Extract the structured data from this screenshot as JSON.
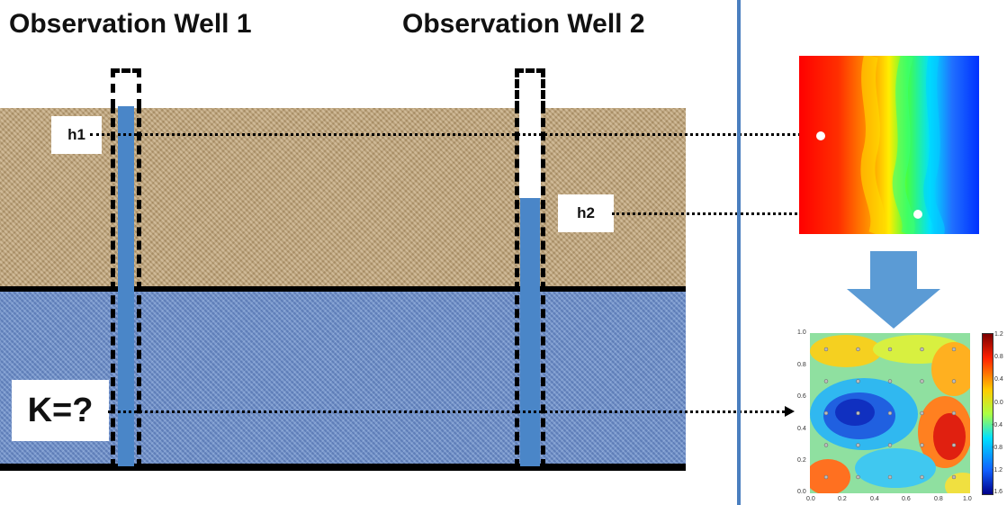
{
  "titles": {
    "well1": "Observation Well 1",
    "well2": "Observation Well 2"
  },
  "labels": {
    "h1": "h1",
    "h2": "h2",
    "k": "K=?"
  },
  "k_field": {
    "y_ticks": [
      "1.0",
      "0.8",
      "0.6",
      "0.4",
      "0.2",
      "0.0"
    ],
    "x_ticks": [
      "0.0",
      "0.2",
      "0.4",
      "0.6",
      "0.8",
      "1.0"
    ],
    "colorbar_ticks": [
      "1.2",
      "0.8",
      "0.4",
      "0.0",
      "-0.4",
      "-0.8",
      "-1.2",
      "-1.6"
    ]
  },
  "colors": {
    "water": "#4a86c8",
    "divider": "#4a7fbf",
    "arrow": "#5b9bd5"
  }
}
